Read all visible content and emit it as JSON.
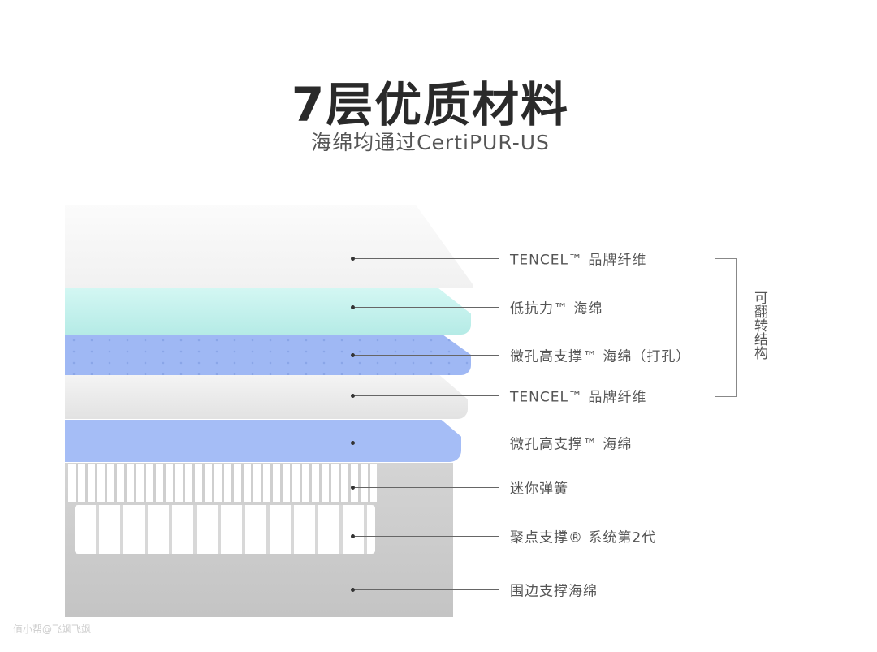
{
  "title": "7层优质材料",
  "subtitle": "海绵均通过CertiPUR-US",
  "layers": [
    {
      "label": "TENCEL™ 品牌纤维",
      "color": "#f7f7f7"
    },
    {
      "label": "低抗力™ 海绵",
      "color": "#bff0ec"
    },
    {
      "label": "微孔高支撑™ 海绵（打孔）",
      "color": "#9fb8f4"
    },
    {
      "label": "TENCEL™ 品牌纤维",
      "color": "#ececec"
    },
    {
      "label": "微孔高支撑™ 海绵",
      "color": "#a5bdf6"
    },
    {
      "label": "迷你弹簧",
      "color": "#f2f2f2"
    },
    {
      "label": "聚点支撑® 系统第2代",
      "color": "#e8e8e8"
    },
    {
      "label": "围边支撑海绵",
      "color": "#c9c9c9"
    }
  ],
  "bracket_label": "可翻转结构",
  "watermark": "值小帮@飞飒飞飒"
}
